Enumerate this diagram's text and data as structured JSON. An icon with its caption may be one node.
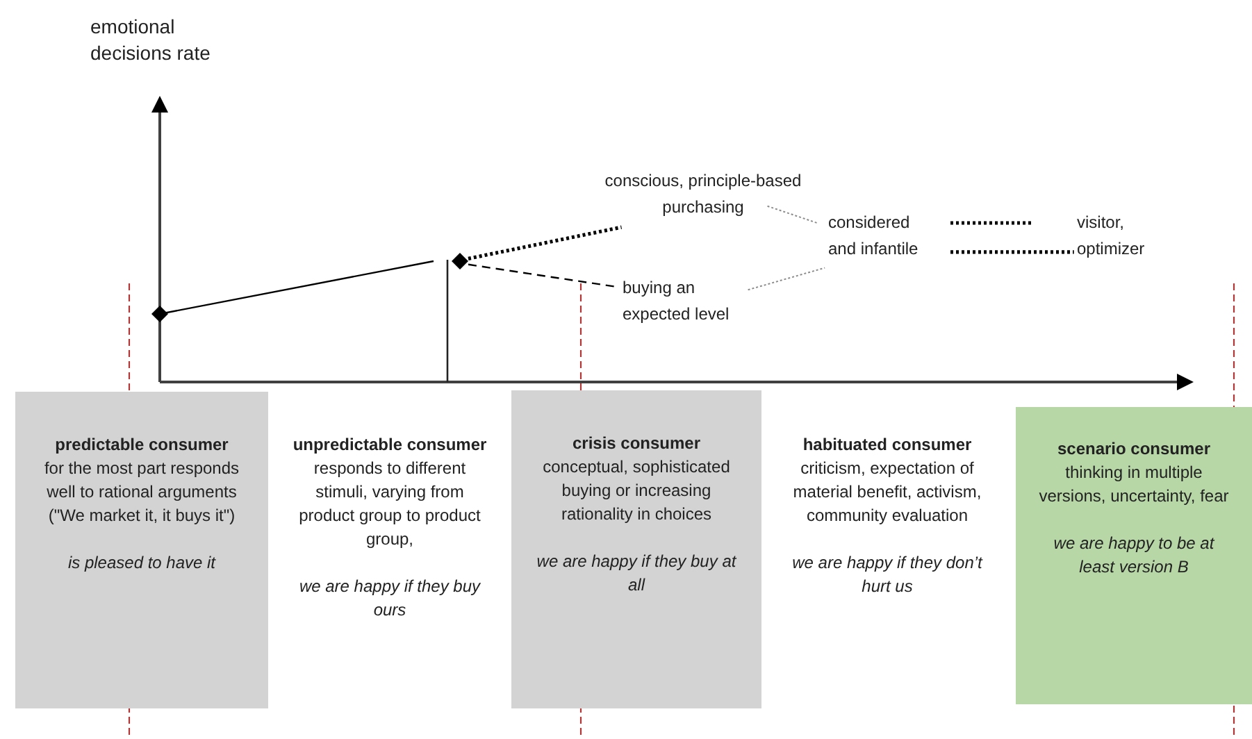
{
  "diagram": {
    "nodes": [
      {
        "text": [],
        "shape": "diamond"
      },
      {
        "text": [],
        "shape": "diamond"
      },
      {
        "text": [
          "conscious, principle-based purchasing"
        ]
      },
      {
        "text": [
          "buying an expected level"
        ]
      },
      {
        "text": [
          "considered and infantile"
        ]
      },
      {
        "text": [
          "visitor, optimizer"
        ]
      },
      {
        "text": [
          "predictable consumer",
          "for the most part responds well to rational arguments (\"We market it, it buys it\")",
          "is pleased to have it"
        ]
      },
      {
        "text": [
          "unpredictable consumer",
          "responds to different stimuli, varying from product group to product group,",
          "we are happy if they buy ours"
        ]
      },
      {
        "text": [
          "crisis consumer",
          "conceptual, sophisticated buying or increasing rationality in choices",
          "we are happy if they buy at all"
        ]
      },
      {
        "text": [
          "habituated consumer",
          "criticism, expectation of material benefit, activism, community evaluation",
          "we are happy if they don’t hurt us"
        ]
      },
      {
        "text": [
          "scenario consumer",
          "thinking in multiple versions, uncertainty, fear",
          "we are happy to be at least version B"
        ]
      }
    ],
    "edges": [
      {
        "from": 0,
        "to": null,
        "arrow": "none"
      },
      {
        "from": 1,
        "to": 2,
        "arrow": "none",
        "style": "dashed"
      },
      {
        "from": 1,
        "to": 3,
        "arrow": "none",
        "style": "dashed"
      },
      {
        "from": 2,
        "to": 4,
        "arrow": "none",
        "style": "dashed",
        "color": "#8c8c8c"
      },
      {
        "from": 3,
        "to": 4,
        "arrow": "none",
        "style": "dashed",
        "color": "#8c8c8c"
      },
      {
        "from": 4,
        "to": 5,
        "arrow": "none",
        "style": "dashed"
      },
      {
        "from": 4,
        "to": 5,
        "arrow": "none",
        "style": "dashed"
      }
    ],
    "labels": [
      "emotional decisions rate"
    ]
  }
}
